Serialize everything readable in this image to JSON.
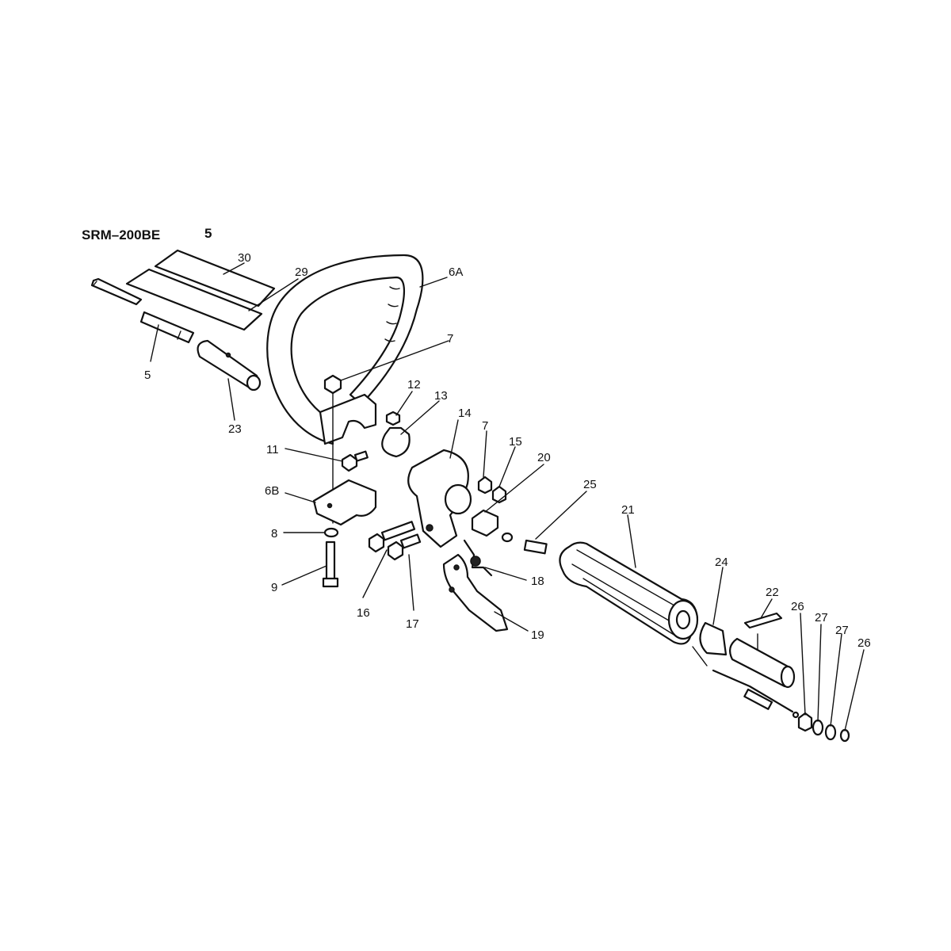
{
  "diagram": {
    "title": "SRM–200BE",
    "section": "5",
    "labels": {
      "p30": "30",
      "p29": "29",
      "p6A": "6A",
      "p5": "5",
      "p23": "23",
      "p7a": "7",
      "p12": "12",
      "p13": "13",
      "p14": "14",
      "p7b": "7",
      "p15": "15",
      "p20": "20",
      "p25": "25",
      "p21": "21",
      "p11": "11",
      "p6B": "6B",
      "p8": "8",
      "p9": "9",
      "p16": "16",
      "p17": "17",
      "p18": "18",
      "p19": "19",
      "p24": "24",
      "p22": "22",
      "p26a": "26",
      "p27a": "27",
      "p27b": "27",
      "p26b": "26"
    }
  }
}
